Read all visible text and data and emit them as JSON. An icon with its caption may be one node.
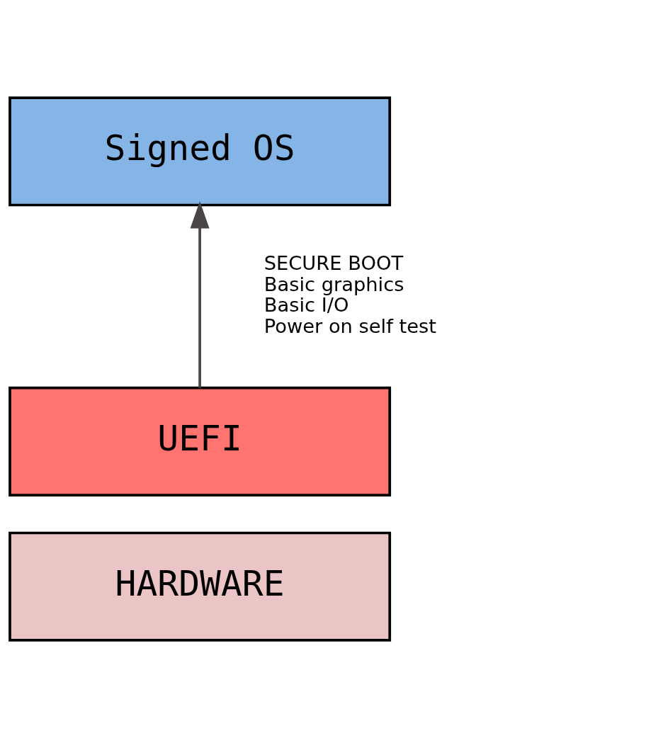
{
  "diagram": {
    "nodes": [
      {
        "text": [
          "Signed OS"
        ]
      },
      {
        "text": [
          "UEFI"
        ]
      },
      {
        "text": [
          "HARDWARE"
        ]
      }
    ],
    "edges": [
      {
        "from": 1,
        "to": 0,
        "arrow": "to"
      }
    ],
    "labels": [
      "SECURE BOOT",
      "Basic graphics",
      "Basic I/O",
      "Power on self test"
    ]
  }
}
